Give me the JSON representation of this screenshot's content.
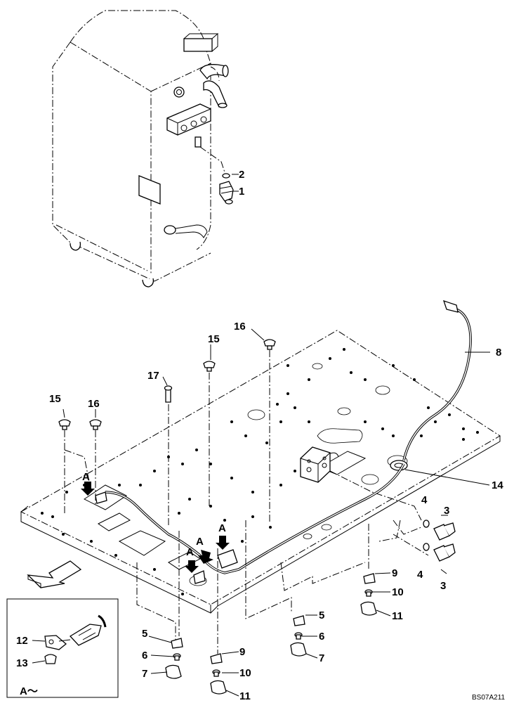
{
  "diagram": {
    "drawing_code": "BS07A211",
    "detail_label": "A～",
    "callouts": [
      {
        "id": "c1",
        "text": "1"
      },
      {
        "id": "c2",
        "text": "2"
      },
      {
        "id": "c3a",
        "text": "3"
      },
      {
        "id": "c3b",
        "text": "3"
      },
      {
        "id": "c4a",
        "text": "4"
      },
      {
        "id": "c4b",
        "text": "4"
      },
      {
        "id": "c5a",
        "text": "5"
      },
      {
        "id": "c5b",
        "text": "5"
      },
      {
        "id": "c6a",
        "text": "6"
      },
      {
        "id": "c6b",
        "text": "6"
      },
      {
        "id": "c7a",
        "text": "7"
      },
      {
        "id": "c7b",
        "text": "7"
      },
      {
        "id": "c8",
        "text": "8"
      },
      {
        "id": "c9a",
        "text": "9"
      },
      {
        "id": "c9b",
        "text": "9"
      },
      {
        "id": "c10a",
        "text": "10"
      },
      {
        "id": "c10b",
        "text": "10"
      },
      {
        "id": "c11a",
        "text": "11"
      },
      {
        "id": "c11b",
        "text": "11"
      },
      {
        "id": "c12",
        "text": "12"
      },
      {
        "id": "c13",
        "text": "13"
      },
      {
        "id": "c14",
        "text": "14"
      },
      {
        "id": "c15a",
        "text": "15"
      },
      {
        "id": "c15b",
        "text": "15"
      },
      {
        "id": "c16a",
        "text": "16"
      },
      {
        "id": "c16b",
        "text": "16"
      },
      {
        "id": "c17",
        "text": "17"
      }
    ],
    "view_marks": [
      {
        "id": "a1",
        "text": "A"
      },
      {
        "id": "a2",
        "text": "A"
      },
      {
        "id": "a3",
        "text": "A"
      },
      {
        "id": "a4",
        "text": "A"
      }
    ]
  }
}
